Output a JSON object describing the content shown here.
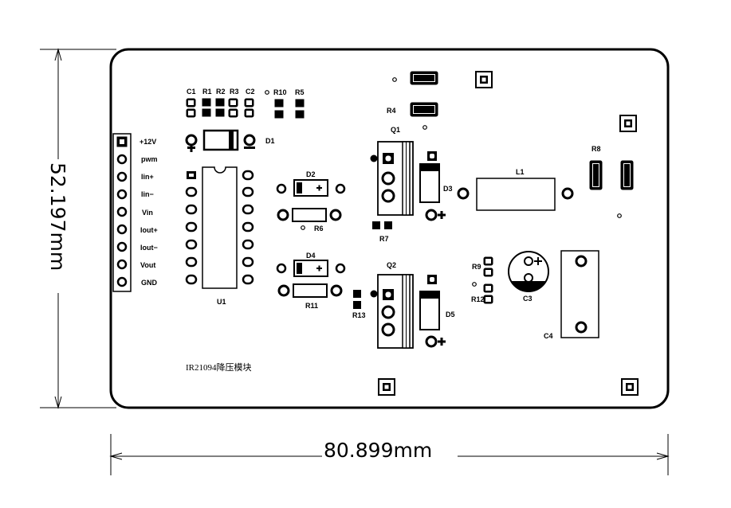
{
  "dimensions": {
    "height": "52.197mm",
    "width": "80.899mm"
  },
  "module_title": "IR21094降压模块",
  "header_pins": [
    "+12V",
    "pwm",
    "Iin+",
    "Iin−",
    "Vin",
    "Iout+",
    "Iout−",
    "Vout",
    "GND"
  ],
  "labels": {
    "c1": "C1",
    "r1": "R1",
    "r2": "R2",
    "r3": "R3",
    "c2": "C2",
    "r10": "R10",
    "r5": "R5",
    "d1": "D1",
    "u1": "U1",
    "d2": "D2",
    "r6": "R6",
    "d4": "D4",
    "r11": "R11",
    "r4": "R4",
    "q1": "Q1",
    "d3": "D3",
    "r7": "R7",
    "q2": "Q2",
    "r13": "R13",
    "d5": "D5",
    "l1": "L1",
    "r8": "R8",
    "r9": "R9",
    "r12": "R12",
    "c3": "C3",
    "c4": "C4"
  },
  "colors": {
    "ink": "#000000",
    "board": "#ffffff"
  }
}
